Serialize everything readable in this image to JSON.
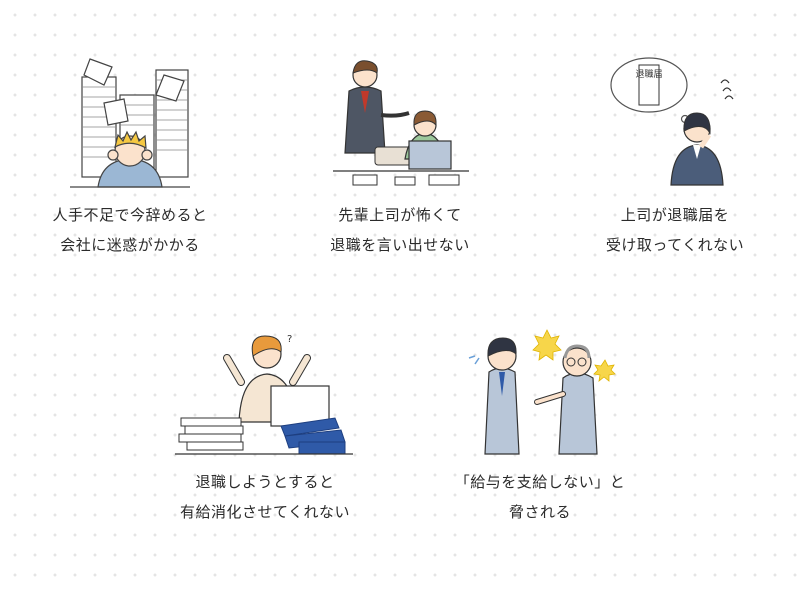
{
  "cards": [
    {
      "line1": "人手不足で今辞めると",
      "line2": "会社に迷惑がかかる"
    },
    {
      "line1": "先輩上司が怖くて",
      "line2": "退職を言い出せない"
    },
    {
      "line1": "上司が退職届を",
      "line2": "受け取ってくれない",
      "bubble_text": "退職届"
    },
    {
      "line1": "退職しようとすると",
      "line2": "有給消化させてくれない"
    },
    {
      "line1": "「給与を支給しない」と",
      "line2": "脅される"
    }
  ],
  "colors": {
    "hair_yellow": "#f5c842",
    "shirt_blue": "#9bb7d4",
    "suit_gray": "#6f7b8c",
    "binder_blue": "#2f5aa8",
    "anger_yellow": "#f7d64a"
  }
}
